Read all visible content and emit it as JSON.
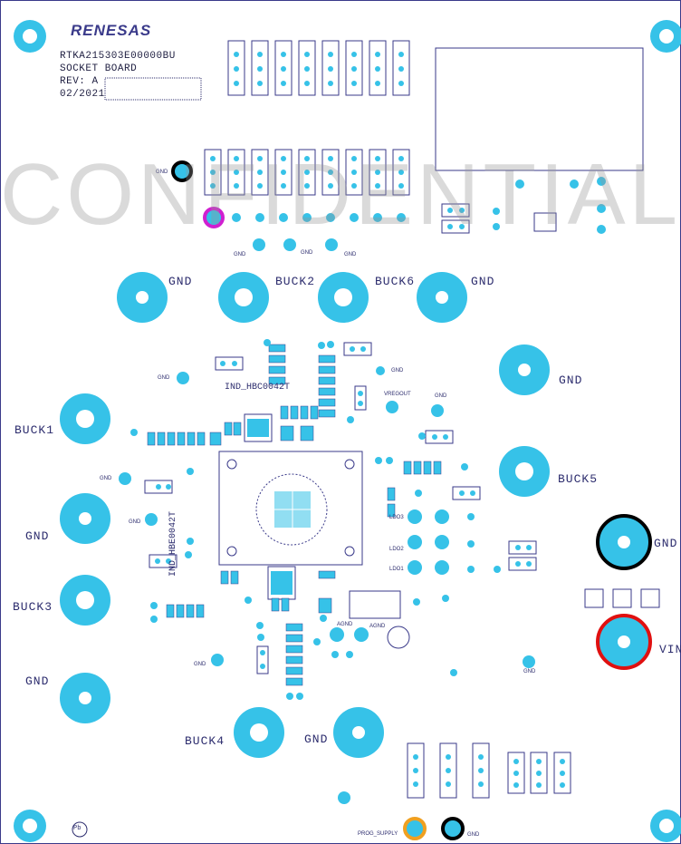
{
  "header": {
    "brand": "RENESAS",
    "part_number": "RTKA215303E00000BU",
    "board_name": "SOCKET BOARD",
    "revision": "REV: A",
    "date": "02/2021"
  },
  "watermark": "CONFIDENTIAL",
  "pad_labels": {
    "gnd": "GND",
    "vin": "VIN",
    "buck1": "BUCK1",
    "buck2": "BUCK2",
    "buck3": "BUCK3",
    "buck4": "BUCK4",
    "buck5": "BUCK5",
    "buck6": "BUCK6"
  },
  "silkscreen": {
    "ind_top": "IND_HBC0042T",
    "ind_left": "IND_HBE0042T",
    "vreg_out": "VREGOUT",
    "agnd": "AGND",
    "ldo1": "LDO1",
    "ldo2": "LDO2",
    "ldo3": "LDO3",
    "prog_supply": "PROG_SUPPLY",
    "pb_logo": "Pb"
  },
  "colors": {
    "copper": "#36c2e8",
    "copper_dark": "#1aa8d8",
    "silk": "#2d2d6e",
    "outline": "#3a3a8a",
    "gnd_ring": "#000000",
    "vin_ring": "#e01010",
    "test_magenta": "#d020d0",
    "test_orange": "#f0a020"
  }
}
